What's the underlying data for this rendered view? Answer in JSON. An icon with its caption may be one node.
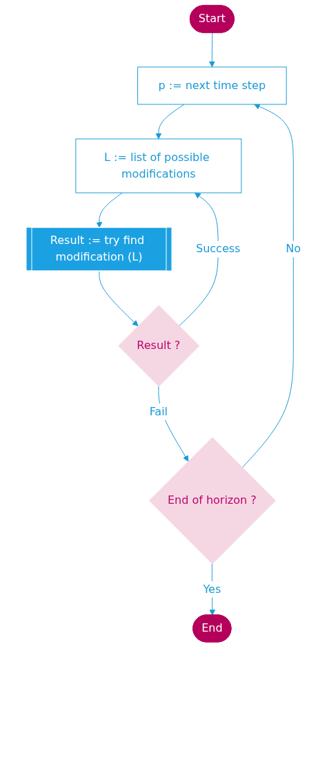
{
  "diagram": {
    "nodes": [
      {
        "text": [
          "Start"
        ]
      },
      {
        "text": [
          "p := next time step"
        ]
      },
      {
        "text": [
          "L := list of possible modifications"
        ]
      },
      {
        "text": [
          "Result := try find modification (L)"
        ]
      },
      {
        "text": [
          "Result ?"
        ]
      },
      {
        "text": [
          "End of horizon ?"
        ]
      },
      {
        "text": [
          "End"
        ]
      }
    ],
    "edges": [
      {
        "from": 0,
        "to": 1,
        "arrow": "to"
      },
      {
        "from": 1,
        "to": 2,
        "arrow": "to"
      },
      {
        "from": 2,
        "to": 3,
        "arrow": "to"
      },
      {
        "from": 3,
        "to": 4,
        "arrow": "to"
      },
      {
        "from": 4,
        "to": 2,
        "label": "Success",
        "arrow": "to"
      },
      {
        "from": 4,
        "to": 5,
        "label": "Fail",
        "arrow": "to"
      },
      {
        "from": 5,
        "to": 1,
        "label": "No",
        "arrow": "to"
      },
      {
        "from": 5,
        "to": 6,
        "label": "Yes",
        "arrow": "to"
      }
    ]
  }
}
